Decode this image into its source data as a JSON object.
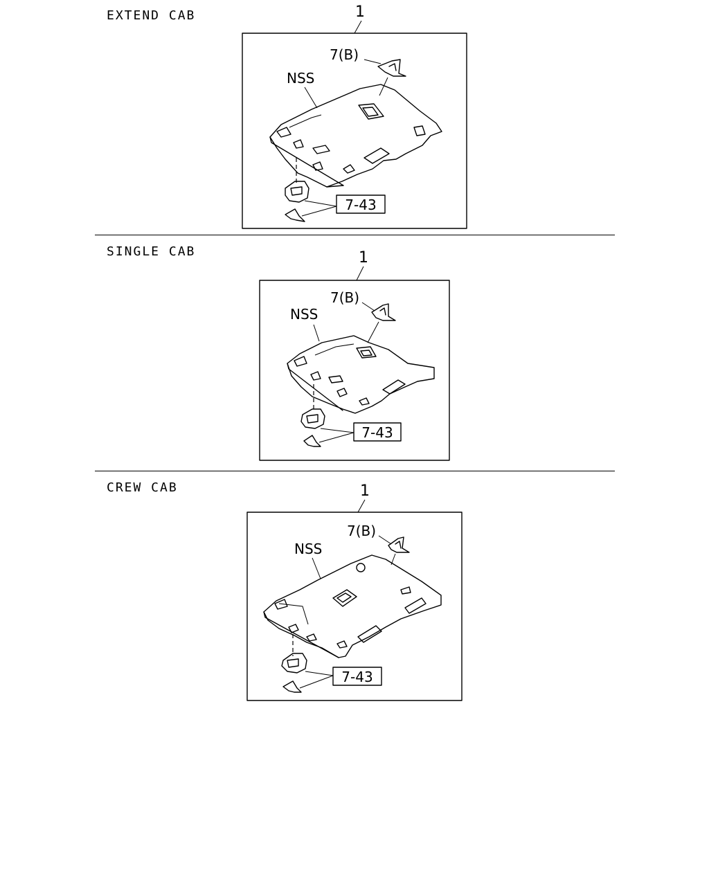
{
  "sections": [
    {
      "title": "EXTEND CAB",
      "item_no": "1",
      "part_label": "7(B)",
      "nss_label": "NSS",
      "ref_label": "7-43"
    },
    {
      "title": "SINGLE CAB",
      "item_no": "1",
      "part_label": "7(B)",
      "nss_label": "NSS",
      "ref_label": "7-43"
    },
    {
      "title": "CREW CAB",
      "item_no": "1",
      "part_label": "7(B)",
      "nss_label": "NSS",
      "ref_label": "7-43"
    }
  ]
}
